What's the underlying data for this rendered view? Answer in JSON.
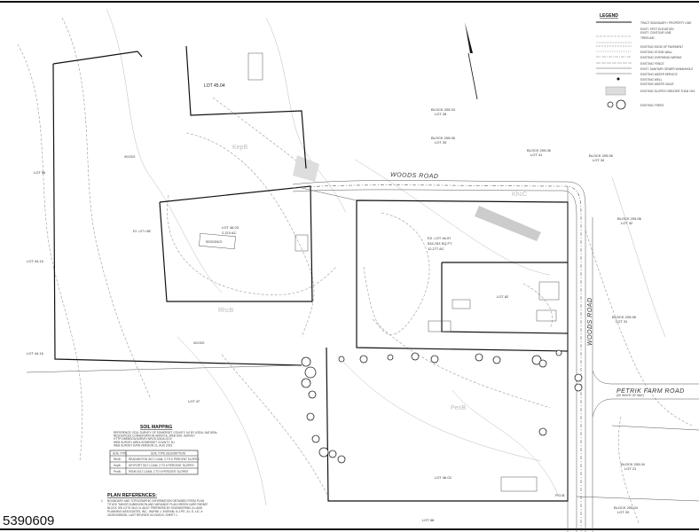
{
  "plan": {
    "lots": {
      "lot_45_04": "LOT 45.04",
      "lot_46_03": "LOT 46.03",
      "lot_46_03_area": "2.374 AC",
      "ex_lot_46_07": "EX. LOT 46.07",
      "ex_lot_46_07_area_sf": "534,763 SQ.FT.",
      "ex_lot_46_07_area_ac": "12.277 AC",
      "lot_82": "LOT 82",
      "lot_56": "LOT 56",
      "lot_44_15": "LOT 44.15",
      "lot_44_16": "LOT 44.16",
      "lot_47": "LOT 47",
      "lot_68": "LOT 68",
      "lot_46_02": "LOT 46.02",
      "block_205_03_lot_28": [
        "BLOCK 205.03",
        "LOT 28"
      ],
      "block_205_06_lot_33a": [
        "BLOCK 205.06",
        "LOT 33"
      ],
      "block_205_06_lot_41": [
        "BLOCK 205.06",
        "LOT 41"
      ],
      "block_205_06_lot_34": [
        "BLOCK 205.06",
        "LOT 34"
      ],
      "block_205_06_lot_32": [
        "BLOCK 205.06",
        "LOT 32"
      ],
      "block_205_06_lot_31": [
        "BLOCK 205.06",
        "LOT 31"
      ],
      "block_205_04_lot_21": [
        "BLOCK 205.04",
        "LOT 21"
      ],
      "block_205_04_lot_20": [
        "BLOCK 205.04",
        "LOT 20"
      ]
    },
    "roads": {
      "woods_road": "WOODS ROAD",
      "woods_road_vertical": "WOODS ROAD",
      "petrik_farm_road": "PETRIK FARM ROAD",
      "petrik_row": "(50' WIGHT-OF-WAY)"
    },
    "soils": [
      "KepB",
      "RhcB",
      "PenB",
      "KhcC"
    ],
    "notes": {
      "woods1": "WOODS",
      "woods2": "WOODS",
      "residence": "RESIDENCE",
      "pob": "P.O.B.",
      "lot_line": "EX. LOT LINE"
    }
  },
  "legend": {
    "title": "LEGEND",
    "items": [
      "TRACT BOUNDARY / PROPERTY LINE",
      "EXIST. SPOT ELEVATION",
      "EXIST. CONTOUR LINE",
      "TREELINE",
      "EXISTING EDGE OF PAVEMENT",
      "EXISTING STONE WALL",
      "EXISTING OVERHEAD WIRING",
      "EXISTING FENCE",
      "EXIST. SANITARY SEWER W/MANHOLE",
      "EXISTING WATER SERVICE",
      "EXISTING WELL",
      "EXISTING WATER VALVE",
      "EXISTING SLOPES GREATER THAN 15%",
      "EXISTING TREES"
    ]
  },
  "soil_mapping": {
    "title": "SOIL MAPPING",
    "notes": [
      "REFERENCE: SOIL SURVEY OF SOMERSET COUNTY, NJ BY USDA, NATURAL",
      "RESOURCES CONSERVATION SERVICE, WEB SOIL SURVEY",
      "HTTP://WEBSOILSURVEY.NRCS.USDA.GOV",
      "WEB SURVEY AREA        SOMERSET COUNTY, NJ",
      "WEB SURVEY DATA        VERSION 21, AUG 2023"
    ],
    "columns": [
      "SOIL TYPE",
      "SOIL TYPE DESCRIPTION"
    ],
    "rows": [
      [
        "RhcB",
        "READINGTON SILT LOAM, 2 TO 6 PERCENT SLOPES"
      ],
      [
        "KepB",
        "KEYPORT SILT LOAM, 2 TO 6 PERCENT SLOPES"
      ],
      [
        "PenB",
        "PENN SILT LOAM, 2 TO 6 PERCENT SLOPES"
      ]
    ]
  },
  "plan_references": {
    "title": "PLAN REFERENCES:",
    "items": [
      {
        "num": "1.",
        "lines": [
          "BOUNDARY AND TOPOGRAPHIC INFORMATION OBTAINED FROM PLAN",
          "TITLED \"MINOR SUBDIVISION AND VARIANCE PLAN GREEN CARE FARMS\"",
          "BLOCK 205 LOTS 46.01 & 46.02\" PREPARED BY ENGINEERING & LAND",
          "PLANNING ASSOCIATES, INC., WAYNE J. INGRAM, N.J.P.E. & L.S. LIC. #",
          "24GE03395300, LAST REVISED 01/13/2020, SHEET 1."
        ]
      }
    ]
  },
  "listing_number": "5390609"
}
